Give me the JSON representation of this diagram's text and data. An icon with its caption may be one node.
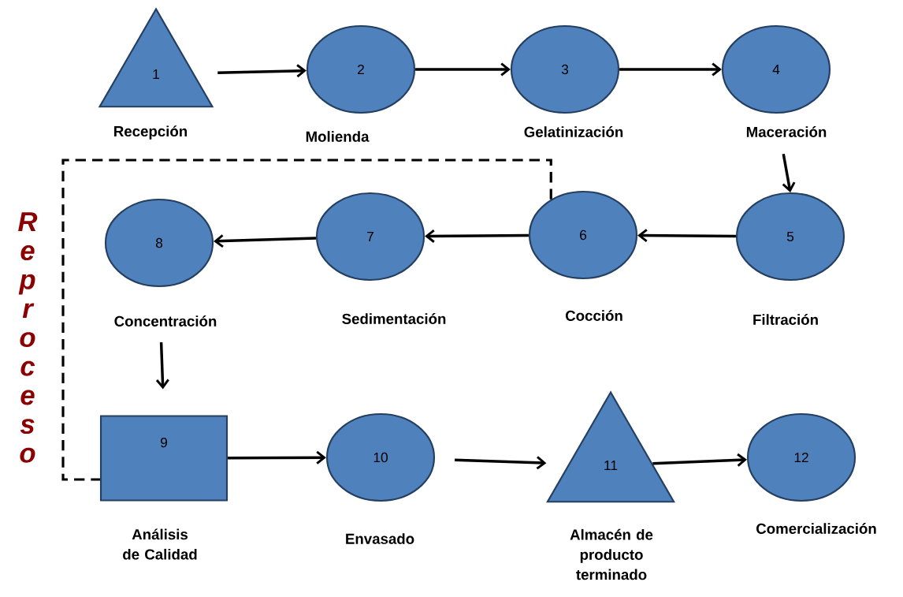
{
  "diagram": {
    "nodes": [
      {
        "text": [
          "1"
        ],
        "beside": [
          "Recepción"
        ]
      },
      {
        "text": [
          "2"
        ],
        "beside": [
          "Molienda"
        ]
      },
      {
        "text": [
          "3"
        ],
        "beside": [
          "Gelatinización"
        ]
      },
      {
        "text": [
          "4"
        ],
        "beside": [
          "Maceración"
        ]
      },
      {
        "text": [
          "5"
        ],
        "beside": [
          "Filtración"
        ]
      },
      {
        "text": [
          "6"
        ],
        "beside": [
          "Cocción"
        ]
      },
      {
        "text": [
          "7"
        ],
        "beside": [
          "Sedimentación"
        ]
      },
      {
        "text": [
          "8"
        ],
        "beside": [
          "Concentración"
        ]
      },
      {
        "text": [
          "9"
        ],
        "beside": [
          "Análisis de Calidad"
        ]
      },
      {
        "text": [
          "10"
        ],
        "beside": [
          "Envasado"
        ]
      },
      {
        "text": [
          "11"
        ],
        "beside": [
          "Almacén de producto terminado"
        ]
      },
      {
        "text": [
          "12"
        ],
        "beside": [
          "Comercialización"
        ]
      }
    ],
    "edges": [
      {
        "from": 0,
        "to": 1,
        "arrow": "to"
      },
      {
        "from": 1,
        "to": 2,
        "arrow": "to"
      },
      {
        "from": 2,
        "to": 3,
        "arrow": "to"
      },
      {
        "from": 3,
        "to": 4,
        "arrow": "to"
      },
      {
        "from": 4,
        "to": 5,
        "arrow": "to"
      },
      {
        "from": 5,
        "to": 6,
        "arrow": "to"
      },
      {
        "from": 6,
        "to": 7,
        "arrow": "to"
      },
      {
        "from": 7,
        "to": 8,
        "arrow": "to"
      },
      {
        "from": 8,
        "to": 9,
        "arrow": "to"
      },
      {
        "from": 9,
        "to": 10,
        "arrow": "to"
      },
      {
        "from": 10,
        "to": 11,
        "arrow": "to"
      },
      {
        "from": 5,
        "to": 8,
        "arrow": "none",
        "style": "dashed"
      }
    ],
    "labels": [
      "Reproceso"
    ]
  }
}
